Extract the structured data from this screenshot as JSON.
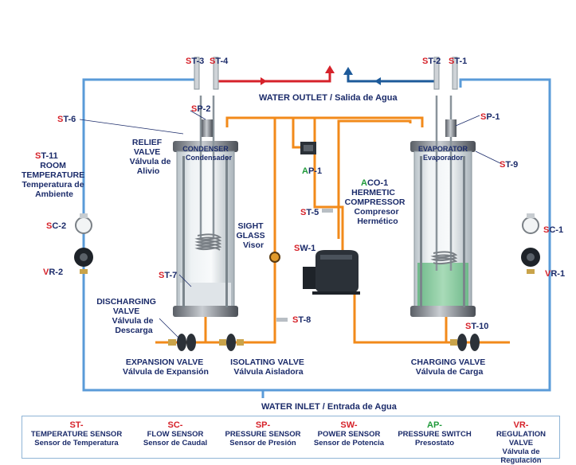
{
  "labels": {
    "water_outlet": "WATER OUTLET / Salida de Agua",
    "water_inlet": "WATER INLET / Entrada de Agua",
    "condenser_en": "CONDENSER",
    "condenser_es": "Condensador",
    "evaporator_en": "EVAPORATOR",
    "evaporator_es": "Evaporador",
    "relief_1": "RELIEF",
    "relief_2": "VALVE",
    "relief_3": "Válvula de",
    "relief_4": "Alivio",
    "room_1": "ROOM",
    "room_2": "TEMPERATURE",
    "room_3": "Temperatura de",
    "room_4": "Ambiente",
    "sight_1": "SIGHT",
    "sight_2": "GLASS",
    "sight_3": "Visor",
    "comp_2": "HERMETIC",
    "comp_3": "COMPRESSOR",
    "comp_4": "Compresor",
    "comp_5": "Hermético",
    "disch_1": "DISCHARGING",
    "disch_2": "VALVE",
    "disch_3": "Válvula de",
    "disch_4": "Descarga",
    "exp_1": "EXPANSION VALVE",
    "exp_2": "Válvula de Expansión",
    "iso_1": "ISOLATING VALVE",
    "iso_2": "Válvula Aisladora",
    "chg_1": "CHARGING VALVE",
    "chg_2": "Válvula de Carga"
  },
  "tags": [
    {
      "id": "st3",
      "code": "ST",
      "num": "-3"
    },
    {
      "id": "st4",
      "code": "ST",
      "num": "-4"
    },
    {
      "id": "st2",
      "code": "ST",
      "num": "-2"
    },
    {
      "id": "st1",
      "code": "ST",
      "num": "-1"
    },
    {
      "id": "st6",
      "code": "ST",
      "num": "-6"
    },
    {
      "id": "st11",
      "code": "ST",
      "num": "-11"
    },
    {
      "id": "sp2",
      "code": "SP",
      "num": "-2"
    },
    {
      "id": "sp1",
      "code": "SP",
      "num": "-1"
    },
    {
      "id": "st9",
      "code": "ST",
      "num": "-9"
    },
    {
      "id": "ap1",
      "code": "AP",
      "num": "-1"
    },
    {
      "id": "aco1",
      "code": "ACO",
      "num": "-1"
    },
    {
      "id": "st5",
      "code": "ST",
      "num": "-5"
    },
    {
      "id": "sw1",
      "code": "SW",
      "num": "-1"
    },
    {
      "id": "sc2",
      "code": "SC",
      "num": "-2"
    },
    {
      "id": "sc1",
      "code": "SC",
      "num": "-1"
    },
    {
      "id": "vr2",
      "code": "VR",
      "num": "-2"
    },
    {
      "id": "vr1",
      "code": "VR",
      "num": "-1"
    },
    {
      "id": "st7",
      "code": "ST",
      "num": "-7"
    },
    {
      "id": "st8",
      "code": "ST",
      "num": "-8"
    },
    {
      "id": "st10",
      "code": "ST",
      "num": "-10"
    }
  ],
  "legend": [
    {
      "code": "ST-",
      "en": "TEMPERATURE SENSOR",
      "es": "Sensor de Temperatura"
    },
    {
      "code": "SC-",
      "en": "FLOW SENSOR",
      "es": "Sensor de Caudal"
    },
    {
      "code": "SP-",
      "en": "PRESSURE SENSOR",
      "es": "Sensor de Presión"
    },
    {
      "code": "SW-",
      "en": "POWER SENSOR",
      "es": "Sensor de Potencia"
    },
    {
      "code": "AP-",
      "en": "PRESSURE SWITCH",
      "es": "Presostato"
    },
    {
      "code": "VR-",
      "en": "REGULATION VALVE",
      "es": "Válvula de Regulación"
    }
  ],
  "colors": {
    "water_line": "#5a9bd8",
    "hot_water": "#d6222a",
    "cold_water": "#1d5a9a",
    "refrigerant": "#f28a1a",
    "label_text": "#1b2b6a",
    "code_red": "#d6222a",
    "code_green": "#1f9a3a"
  }
}
